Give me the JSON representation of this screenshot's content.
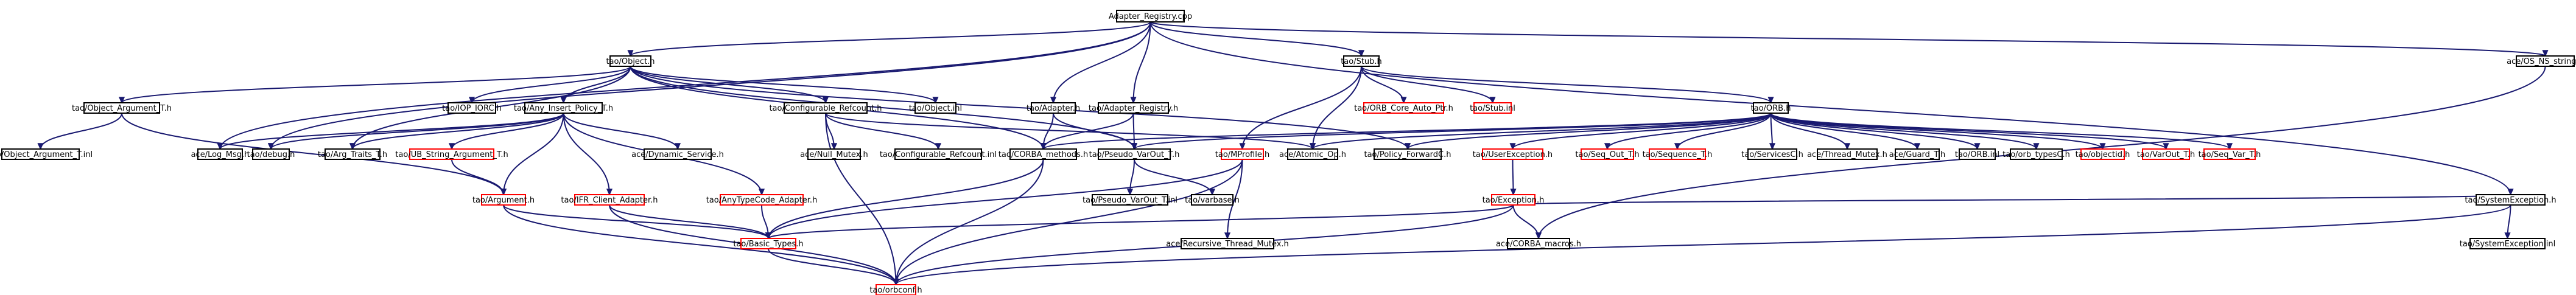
{
  "graph": {
    "colors": {
      "edge": "#191970",
      "node_normal_border": "#000000",
      "node_truncated_border": "#ff0000",
      "root_fill": "#bfbfbf",
      "node_fill": "#ffffff",
      "text": "#000000"
    },
    "root": "Adapter_Registry.cpp",
    "nodes": [
      {
        "id": "Adapter_Registry.cpp",
        "label": "Adapter_Registry.cpp",
        "style": "root"
      },
      {
        "id": "tao/Object.h",
        "label": "tao/Object.h",
        "style": "normal"
      },
      {
        "id": "tao/Stub.h",
        "label": "tao/Stub.h",
        "style": "normal"
      },
      {
        "id": "tao/Adapter.h",
        "label": "tao/Adapter.h",
        "style": "normal"
      },
      {
        "id": "tao/Adapter_Registry.h",
        "label": "tao/Adapter_Registry.h",
        "style": "normal"
      },
      {
        "id": "tao/SystemException.h",
        "label": "tao/SystemException.h",
        "style": "normal"
      },
      {
        "id": "ace/OS_NS_string.h",
        "label": "ace/OS_NS_string.h",
        "style": "normal"
      },
      {
        "id": "tao/Object_Argument_T.h",
        "label": "tao/Object_Argument_T.h",
        "style": "normal"
      },
      {
        "id": "tao/IOP_IORC.h",
        "label": "tao/IOP_IORC.h",
        "style": "normal"
      },
      {
        "id": "tao/Any_Insert_Policy_T.h",
        "label": "tao/Any_Insert_Policy_T.h",
        "style": "normal"
      },
      {
        "id": "tao/Configurable_Refcount.h",
        "label": "tao/Configurable_Refcount.h",
        "style": "normal"
      },
      {
        "id": "tao/Object.inl",
        "label": "tao/Object.inl",
        "style": "normal"
      },
      {
        "id": "tao/ORB_Core_Auto_Ptr.h",
        "label": "tao/ORB_Core_Auto_Ptr.h",
        "style": "truncated"
      },
      {
        "id": "tao/Stub.inl",
        "label": "tao/Stub.inl",
        "style": "truncated"
      },
      {
        "id": "tao/ORB.h",
        "label": "tao/ORB.h",
        "style": "normal"
      },
      {
        "id": "tao/Object_Argument_T.inl",
        "label": "tao/Object_Argument_T.inl",
        "style": "normal"
      },
      {
        "id": "ace/Log_Msg.h",
        "label": "ace/Log_Msg.h",
        "style": "normal"
      },
      {
        "id": "tao/debug.h",
        "label": "tao/debug.h",
        "style": "normal"
      },
      {
        "id": "tao/Arg_Traits_T.h",
        "label": "tao/Arg_Traits_T.h",
        "style": "normal"
      },
      {
        "id": "tao/UB_String_Argument_T.h",
        "label": "tao/UB_String_Argument_T.h",
        "style": "truncated"
      },
      {
        "id": "ace/Dynamic_Service.h",
        "label": "ace/Dynamic_Service.h",
        "style": "normal"
      },
      {
        "id": "ace/Null_Mutex.h",
        "label": "ace/Null_Mutex.h",
        "style": "normal"
      },
      {
        "id": "tao/Configurable_Refcount.inl",
        "label": "tao/Configurable_Refcount.inl",
        "style": "normal"
      },
      {
        "id": "tao/CORBA_methods.h",
        "label": "tao/CORBA_methods.h",
        "style": "normal"
      },
      {
        "id": "tao/Pseudo_VarOut_T.h",
        "label": "tao/Pseudo_VarOut_T.h",
        "style": "normal"
      },
      {
        "id": "ace/Atomic_Op.h",
        "label": "ace/Atomic_Op.h",
        "style": "normal"
      },
      {
        "id": "tao/Policy_ForwardC.h",
        "label": "tao/Policy_ForwardC.h",
        "style": "normal"
      },
      {
        "id": "tao/UserException.h",
        "label": "tao/UserException.h",
        "style": "truncated"
      },
      {
        "id": "tao/Seq_Out_T.h",
        "label": "tao/Seq_Out_T.h",
        "style": "truncated"
      },
      {
        "id": "tao/Sequence_T.h",
        "label": "tao/Sequence_T.h",
        "style": "truncated"
      },
      {
        "id": "tao/ServicesC.h",
        "label": "tao/ServicesC.h",
        "style": "normal"
      },
      {
        "id": "ace/Thread_Mutex.h",
        "label": "ace/Thread_Mutex.h",
        "style": "normal"
      },
      {
        "id": "ace/Guard_T.h",
        "label": "ace/Guard_T.h",
        "style": "normal"
      },
      {
        "id": "tao/ORB.inl",
        "label": "tao/ORB.inl",
        "style": "normal"
      },
      {
        "id": "tao/orb_typesC.h",
        "label": "tao/orb_typesC.h",
        "style": "normal"
      },
      {
        "id": "tao/objectid.h",
        "label": "tao/objectid.h",
        "style": "truncated"
      },
      {
        "id": "tao/VarOut_T.h",
        "label": "tao/VarOut_T.h",
        "style": "truncated"
      },
      {
        "id": "tao/Seq_Var_T.h",
        "label": "tao/Seq_Var_T.h",
        "style": "truncated"
      },
      {
        "id": "tao/SystemException.inl",
        "label": "tao/SystemException.inl",
        "style": "normal"
      },
      {
        "id": "tao/Argument.h",
        "label": "tao/Argument.h",
        "style": "truncated"
      },
      {
        "id": "tao/IFR_Client_Adapter.h",
        "label": "tao/IFR_Client_Adapter.h",
        "style": "truncated"
      },
      {
        "id": "tao/AnyTypeCode_Adapter.h",
        "label": "tao/AnyTypeCode_Adapter.h",
        "style": "truncated"
      },
      {
        "id": "tao/Pseudo_VarOut_T.inl",
        "label": "tao/Pseudo_VarOut_T.inl",
        "style": "normal"
      },
      {
        "id": "tao/varbase.h",
        "label": "tao/varbase.h",
        "style": "normal"
      },
      {
        "id": "tao/MProfile.h",
        "label": "tao/MProfile.h",
        "style": "truncated"
      },
      {
        "id": "tao/Exception.h",
        "label": "tao/Exception.h",
        "style": "truncated"
      },
      {
        "id": "tao/Basic_Types.h",
        "label": "tao/Basic_Types.h",
        "style": "truncated"
      },
      {
        "id": "ace/Recursive_Thread_Mutex.h",
        "label": "ace/Recursive_Thread_Mutex.h",
        "style": "normal"
      },
      {
        "id": "ace/CORBA_macros.h",
        "label": "ace/CORBA_macros.h",
        "style": "normal"
      },
      {
        "id": "tao/orbconf.h",
        "label": "tao/orbconf.h",
        "style": "truncated"
      }
    ],
    "edges": [
      [
        "Adapter_Registry.cpp",
        "tao/Object.h"
      ],
      [
        "Adapter_Registry.cpp",
        "tao/Stub.h"
      ],
      [
        "Adapter_Registry.cpp",
        "tao/Adapter.h"
      ],
      [
        "Adapter_Registry.cpp",
        "tao/Adapter_Registry.h"
      ],
      [
        "Adapter_Registry.cpp",
        "tao/SystemException.h"
      ],
      [
        "Adapter_Registry.cpp",
        "ace/OS_NS_string.h"
      ],
      [
        "Adapter_Registry.cpp",
        "ace/Log_Msg.h"
      ],
      [
        "Adapter_Registry.cpp",
        "tao/debug.h"
      ],
      [
        "tao/Object.h",
        "tao/Object_Argument_T.h"
      ],
      [
        "tao/Object.h",
        "tao/IOP_IORC.h"
      ],
      [
        "tao/Object.h",
        "tao/Any_Insert_Policy_T.h"
      ],
      [
        "tao/Object.h",
        "tao/Configurable_Refcount.h"
      ],
      [
        "tao/Object.h",
        "tao/Object.inl"
      ],
      [
        "tao/Object.h",
        "tao/CORBA_methods.h"
      ],
      [
        "tao/Object.h",
        "tao/Pseudo_VarOut_T.h"
      ],
      [
        "tao/Object.h",
        "tao/Policy_ForwardC.h"
      ],
      [
        "tao/Object.h",
        "tao/Arg_Traits_T.h"
      ],
      [
        "tao/Object_Argument_T.h",
        "tao/Object_Argument_T.inl"
      ],
      [
        "tao/Object_Argument_T.h",
        "tao/Argument.h"
      ],
      [
        "tao/Any_Insert_Policy_T.h",
        "ace/Log_Msg.h"
      ],
      [
        "tao/Any_Insert_Policy_T.h",
        "tao/debug.h"
      ],
      [
        "tao/Any_Insert_Policy_T.h",
        "tao/Arg_Traits_T.h"
      ],
      [
        "tao/Any_Insert_Policy_T.h",
        "tao/UB_String_Argument_T.h"
      ],
      [
        "tao/Any_Insert_Policy_T.h",
        "ace/Dynamic_Service.h"
      ],
      [
        "tao/Any_Insert_Policy_T.h",
        "tao/Argument.h"
      ],
      [
        "tao/Any_Insert_Policy_T.h",
        "tao/IFR_Client_Adapter.h"
      ],
      [
        "tao/Any_Insert_Policy_T.h",
        "tao/AnyTypeCode_Adapter.h"
      ],
      [
        "tao/UB_String_Argument_T.h",
        "tao/Argument.h"
      ],
      [
        "tao/Argument.h",
        "tao/Basic_Types.h"
      ],
      [
        "tao/Argument.h",
        "tao/orbconf.h"
      ],
      [
        "tao/IFR_Client_Adapter.h",
        "tao/Basic_Types.h"
      ],
      [
        "tao/IFR_Client_Adapter.h",
        "tao/orbconf.h"
      ],
      [
        "tao/AnyTypeCode_Adapter.h",
        "tao/Basic_Types.h"
      ],
      [
        "tao/Basic_Types.h",
        "tao/orbconf.h"
      ],
      [
        "tao/Configurable_Refcount.h",
        "ace/Null_Mutex.h"
      ],
      [
        "tao/Configurable_Refcount.h",
        "tao/Configurable_Refcount.inl"
      ],
      [
        "tao/Configurable_Refcount.h",
        "ace/Atomic_Op.h"
      ],
      [
        "tao/Configurable_Refcount.h",
        "tao/orbconf.h"
      ],
      [
        "tao/Adapter.h",
        "tao/CORBA_methods.h"
      ],
      [
        "tao/Adapter.h",
        "tao/Pseudo_VarOut_T.h"
      ],
      [
        "tao/Adapter_Registry.h",
        "tao/CORBA_methods.h"
      ],
      [
        "tao/Adapter_Registry.h",
        "tao/Pseudo_VarOut_T.h"
      ],
      [
        "tao/CORBA_methods.h",
        "tao/Basic_Types.h"
      ],
      [
        "tao/CORBA_methods.h",
        "tao/orbconf.h"
      ],
      [
        "tao/Pseudo_VarOut_T.h",
        "tao/Pseudo_VarOut_T.inl"
      ],
      [
        "tao/Pseudo_VarOut_T.h",
        "tao/varbase.h"
      ],
      [
        "tao/Stub.h",
        "tao/ORB_Core_Auto_Ptr.h"
      ],
      [
        "tao/Stub.h",
        "tao/Stub.inl"
      ],
      [
        "tao/Stub.h",
        "tao/ORB.h"
      ],
      [
        "tao/Stub.h",
        "tao/MProfile.h"
      ],
      [
        "tao/Stub.h",
        "ace/Atomic_Op.h"
      ],
      [
        "tao/ORB.h",
        "tao/UserException.h"
      ],
      [
        "tao/ORB.h",
        "tao/Seq_Out_T.h"
      ],
      [
        "tao/ORB.h",
        "tao/Sequence_T.h"
      ],
      [
        "tao/ORB.h",
        "tao/ServicesC.h"
      ],
      [
        "tao/ORB.h",
        "ace/Thread_Mutex.h"
      ],
      [
        "tao/ORB.h",
        "ace/Guard_T.h"
      ],
      [
        "tao/ORB.h",
        "tao/ORB.inl"
      ],
      [
        "tao/ORB.h",
        "tao/orb_typesC.h"
      ],
      [
        "tao/ORB.h",
        "tao/objectid.h"
      ],
      [
        "tao/ORB.h",
        "tao/VarOut_T.h"
      ],
      [
        "tao/ORB.h",
        "tao/Seq_Var_T.h"
      ],
      [
        "tao/ORB.h",
        "tao/CORBA_methods.h"
      ],
      [
        "tao/ORB.h",
        "tao/Pseudo_VarOut_T.h"
      ],
      [
        "tao/ORB.h",
        "ace/Atomic_Op.h"
      ],
      [
        "tao/ORB.h",
        "tao/Policy_ForwardC.h"
      ],
      [
        "tao/UserException.h",
        "tao/Exception.h"
      ],
      [
        "tao/MProfile.h",
        "tao/Basic_Types.h"
      ],
      [
        "tao/MProfile.h",
        "ace/Recursive_Thread_Mutex.h"
      ],
      [
        "tao/MProfile.h",
        "tao/orbconf.h"
      ],
      [
        "tao/SystemException.h",
        "tao/SystemException.inl"
      ],
      [
        "tao/SystemException.h",
        "tao/Exception.h"
      ],
      [
        "tao/SystemException.h",
        "tao/orbconf.h"
      ],
      [
        "tao/Exception.h",
        "tao/Basic_Types.h"
      ],
      [
        "tao/Exception.h",
        "ace/CORBA_macros.h"
      ],
      [
        "tao/Exception.h",
        "tao/orbconf.h"
      ],
      [
        "ace/OS_NS_string.h",
        "ace/CORBA_macros.h"
      ]
    ]
  }
}
